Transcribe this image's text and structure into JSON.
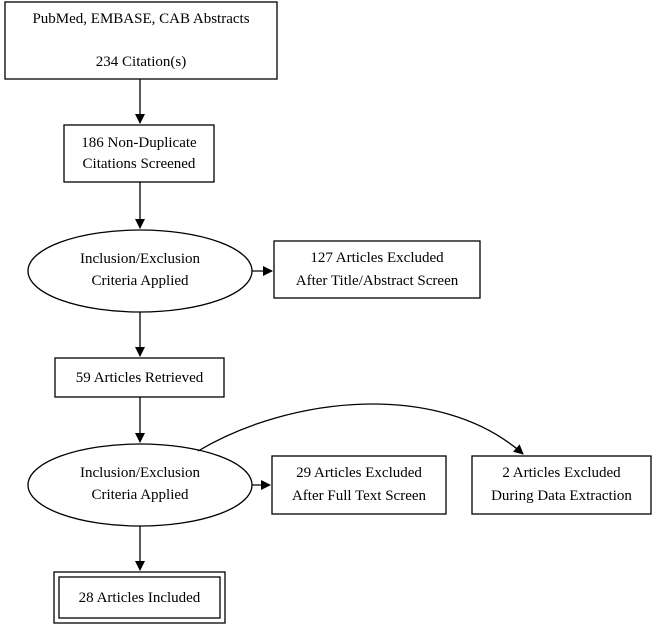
{
  "nodes": {
    "sources": {
      "line1": "PubMed, EMBASE, CAB Abstracts",
      "line2": "234 Citation(s)"
    },
    "screened": {
      "line1": "186 Non-Duplicate",
      "line2": "Citations Screened"
    },
    "criteria1": {
      "line1": "Inclusion/Exclusion",
      "line2": "Criteria Applied"
    },
    "excluded1": {
      "line1": "127 Articles Excluded",
      "line2": "After Title/Abstract Screen"
    },
    "retrieved": {
      "line1": "59 Articles Retrieved"
    },
    "criteria2": {
      "line1": "Inclusion/Exclusion",
      "line2": "Criteria Applied"
    },
    "excluded2": {
      "line1": "29 Articles Excluded",
      "line2": "After Full Text Screen"
    },
    "excluded3": {
      "line1": "2 Articles Excluded",
      "line2": "During Data Extraction"
    },
    "included": {
      "line1": "28 Articles Included"
    }
  },
  "edges": [
    {
      "from": "sources",
      "to": "screened"
    },
    {
      "from": "screened",
      "to": "criteria1"
    },
    {
      "from": "criteria1",
      "to": "excluded1"
    },
    {
      "from": "criteria1",
      "to": "retrieved"
    },
    {
      "from": "retrieved",
      "to": "criteria2"
    },
    {
      "from": "criteria2",
      "to": "excluded2"
    },
    {
      "from": "criteria2",
      "to": "excluded3"
    },
    {
      "from": "criteria2",
      "to": "included"
    }
  ]
}
